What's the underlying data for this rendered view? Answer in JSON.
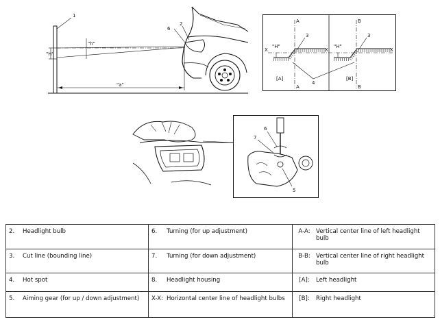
{
  "figure_top": {
    "labels": {
      "one": "1",
      "two": "2",
      "three_a": "3",
      "three_b": "3",
      "four": "4",
      "six": "6",
      "h_left": "\"H\"",
      "h_small": "\"h\"",
      "a_dist": "\"a\"",
      "h_sec_a": "\"H\"",
      "h_sec_b": "\"H\"",
      "x_left": "X",
      "x_mid_a": "X",
      "x_mid_b": "X",
      "sec_a_top": "A",
      "sec_a_bot": "A",
      "sec_b_top": "B",
      "sec_b_bot": "B",
      "box_a": "[A]",
      "box_b": "[B]"
    }
  },
  "figure_bottom": {
    "labels": {
      "five": "5",
      "six": "6",
      "seven": "7"
    }
  },
  "legend": {
    "rows": [
      [
        {
          "num": "2.",
          "text": "Headlight bulb"
        },
        {
          "num": "6.",
          "text": "Turning (for up adjustment)"
        },
        {
          "num": "A-A:",
          "text": "Vertical center line of left headlight bulb"
        }
      ],
      [
        {
          "num": "3.",
          "text": "Cut line (bounding line)"
        },
        {
          "num": "7.",
          "text": "Turning (for down adjustment)"
        },
        {
          "num": "B-B:",
          "text": "Vertical center line of right headlight bulb"
        }
      ],
      [
        {
          "num": "4.",
          "text": "Hot spot"
        },
        {
          "num": "8.",
          "text": "Headlight housing"
        },
        {
          "num": "[A]:",
          "text": "Left headlight"
        }
      ],
      [
        {
          "num": "5.",
          "text": "Aiming gear (for up / down adjustment)"
        },
        {
          "num": "X-X:",
          "text": "Horizontal center line of headlight bulbs"
        },
        {
          "num": "[B]:",
          "text": "Right headlight"
        }
      ]
    ]
  }
}
